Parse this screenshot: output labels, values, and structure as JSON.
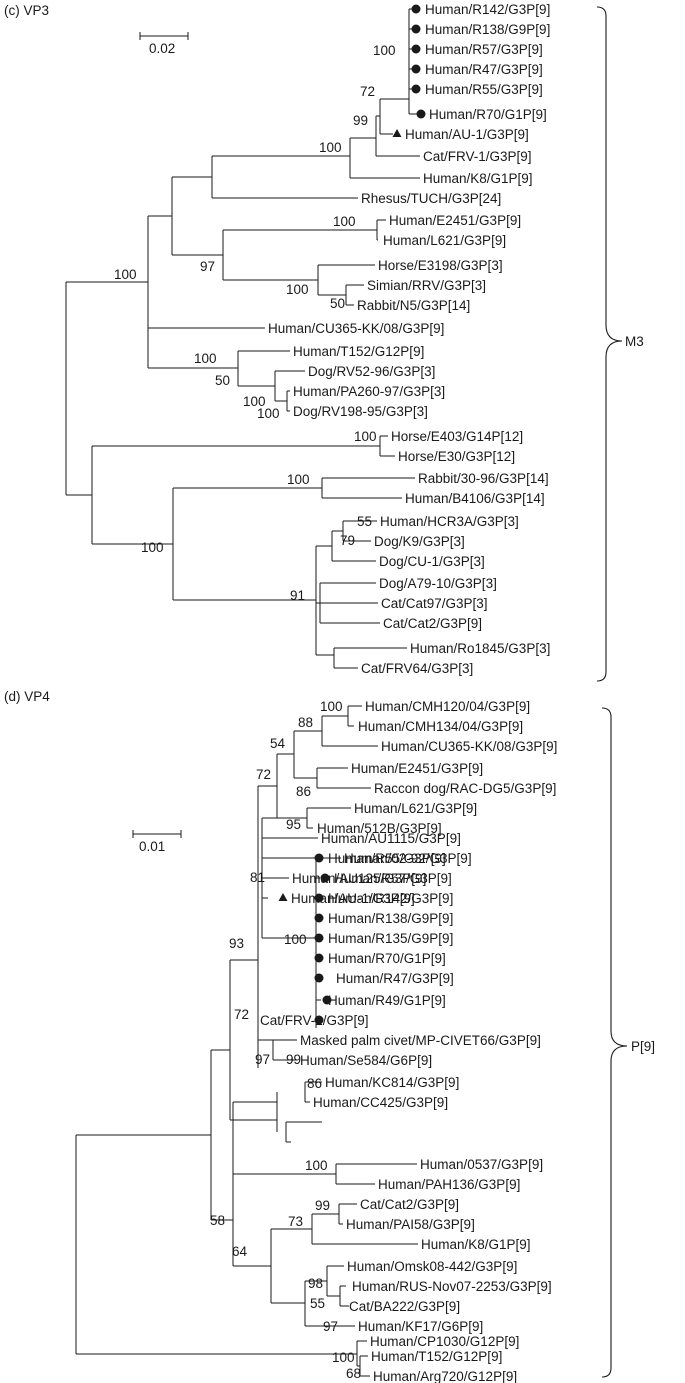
{
  "panels": [
    {
      "id": "vp3",
      "title": "(c) VP3",
      "scale_label": "0.02",
      "clade_label": "M3",
      "taxa": [
        "Human/R142/G3P[9]",
        "Human/R138/G9P[9]",
        "Human/R57/G3P[9]",
        "Human/R47/G3P[9]",
        "Human/R55/G3P[9]",
        "Human/R70/G1P[9]",
        "Human/AU-1/G3P[9]",
        "Cat/FRV-1/G3P[9]",
        "Human/K8/G1P[9]",
        "Rhesus/TUCH/G3P[24]",
        "Human/E2451/G3P[9]",
        "Human/L621/G3P[9]",
        "Horse/E3198/G3P[3]",
        "Simian/RRV/G3P[3]",
        "Rabbit/N5/G3P[14]",
        "Human/CU365-KK/08/G3P[9]",
        "Human/T152/G12P[9]",
        "Dog/RV52-96/G3P[3]",
        "Human/PA260-97/G3P[3]",
        "Dog/RV198-95/G3P[3]",
        "Horse/E403/G14P[12]",
        "Horse/E30/G3P[12]",
        "Rabbit/30-96/G3P[14]",
        "Human/B4106/G3P[14]",
        "Human/HCR3A/G3P[3]",
        "Dog/K9/G3P[3]",
        "Dog/CU-1/G3P[3]",
        "Dog/A79-10/G3P[3]",
        "Cat/Cat97/G3P[3]",
        "Cat/Cat2/G3P[9]",
        "Human/Ro1845/G3P[3]",
        "Cat/FRV64/G3P[3]"
      ],
      "bootstrap": [
        "100",
        "72",
        "99",
        "100",
        "100",
        "97",
        "100",
        "50",
        "100",
        "100",
        "50",
        "100",
        "100",
        "100",
        "100",
        "55",
        "79",
        "100",
        "91"
      ]
    },
    {
      "id": "vp4",
      "title": "(d) VP4",
      "scale_label": "0.01",
      "clade_label": "P[9]",
      "taxa": [
        "Human/CMH120/04/G3P[9]",
        "Human/CMH134/04/G3P[9]",
        "Human/CU365-KK/08/G3P[9]",
        "Human/E2451/G3P[9]",
        "Raccon dog/RAC-DG5/G3P[9]",
        "Human/L621/G3P[9]",
        "Human/512B/G3P[9]",
        "Human/AU1115/G3P[9]",
        "Human/02-92/G3P[9]",
        "Human/AU125/G3P[9]",
        "Human/AU-1/G3P[9]",
        "Human/R55/G3P[9]",
        "Human/R57/G3P[9]",
        "Human/R142/G3P[9]",
        "Human/R138/G9P[9]",
        "Human/R135/G9P[9]",
        "Human/R70/G1P[9]",
        "Human/R47/G3P[9]",
        "Human/R49/G1P[9]",
        "Cat/FRV-1/G3P[9]",
        "Masked palm civet/MP-CIVET66/G3P[9]",
        "Human/Se584/G6P[9]",
        "Human/KC814/G3P[9]",
        "Human/CC425/G3P[9]",
        "Human/0537/G3P[9]",
        "Human/PAH136/G3P[9]",
        "Cat/Cat2/G3P[9]",
        "Human/PAI58/G3P[9]",
        "Human/K8/G1P[9]",
        "Human/Omsk08-442/G3P[9]",
        "Human/RUS-Nov07-2253/G3P[9]",
        "Cat/BA222/G3P[9]",
        "Human/KF17/G6P[9]",
        "Human/CP1030/G12P[9]",
        "Human/T152/G12P[9]",
        "Human/Arg720/G12P[9]"
      ],
      "bootstrap": [
        "100",
        "88",
        "54",
        "86",
        "72",
        "95",
        "81",
        "100",
        "93",
        "97",
        "99",
        "86",
        "72",
        "100",
        "99",
        "73",
        "98",
        "55",
        "97",
        "64",
        "58",
        "100",
        "68"
      ]
    }
  ]
}
